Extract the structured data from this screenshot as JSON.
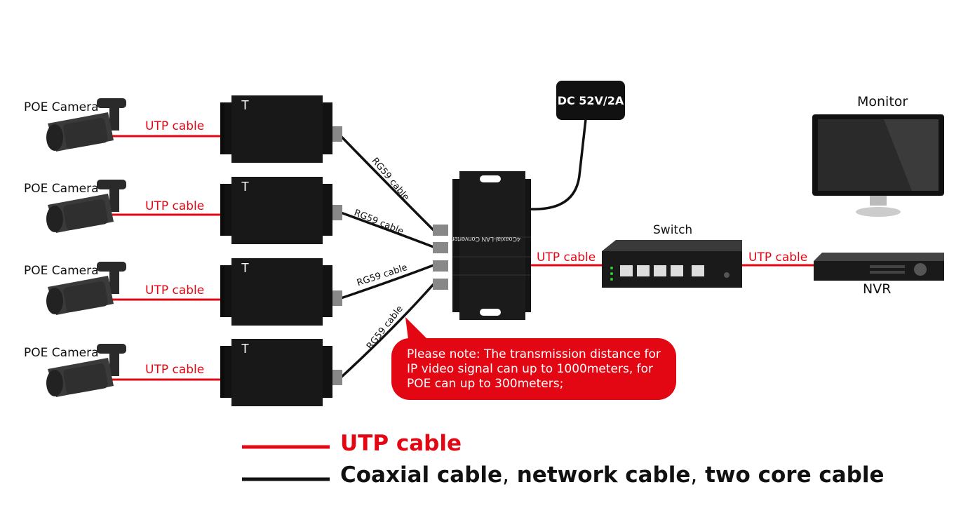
{
  "cameras": [
    {
      "label": "POE Camera",
      "cable": "UTP cable",
      "coax": "RG59 cable"
    },
    {
      "label": "POE Camera",
      "cable": "UTP cable",
      "coax": "RG59 cable"
    },
    {
      "label": "POE Camera",
      "cable": "UTP cable",
      "coax": "RG59 cable"
    },
    {
      "label": "POE Camera",
      "cable": "UTP cable",
      "coax": "RG59 cable"
    }
  ],
  "transmitter_mark": "T",
  "converter_label": "4Coaxial-LAN Converter",
  "power": "DC 52V/2A",
  "switch_label": "Switch",
  "switch_to_converter_cable": "UTP cable",
  "switch_to_nvr_cable": "UTP cable",
  "monitor_label": "Monitor",
  "nvr_label": "NVR",
  "note": {
    "line1": "Please note: The transmission distance for",
    "line2": "IP video signal can up to 1000meters, for",
    "line3": "POE can up to 300meters;"
  },
  "legend": {
    "red": "UTP cable",
    "black_1": "Coaxial cable",
    "black_2": "network cable",
    "black_3": "two core cable",
    "separator": ","
  },
  "colors": {
    "utp": "#e30613",
    "coax": "#111111",
    "note_bg": "#e30613"
  }
}
